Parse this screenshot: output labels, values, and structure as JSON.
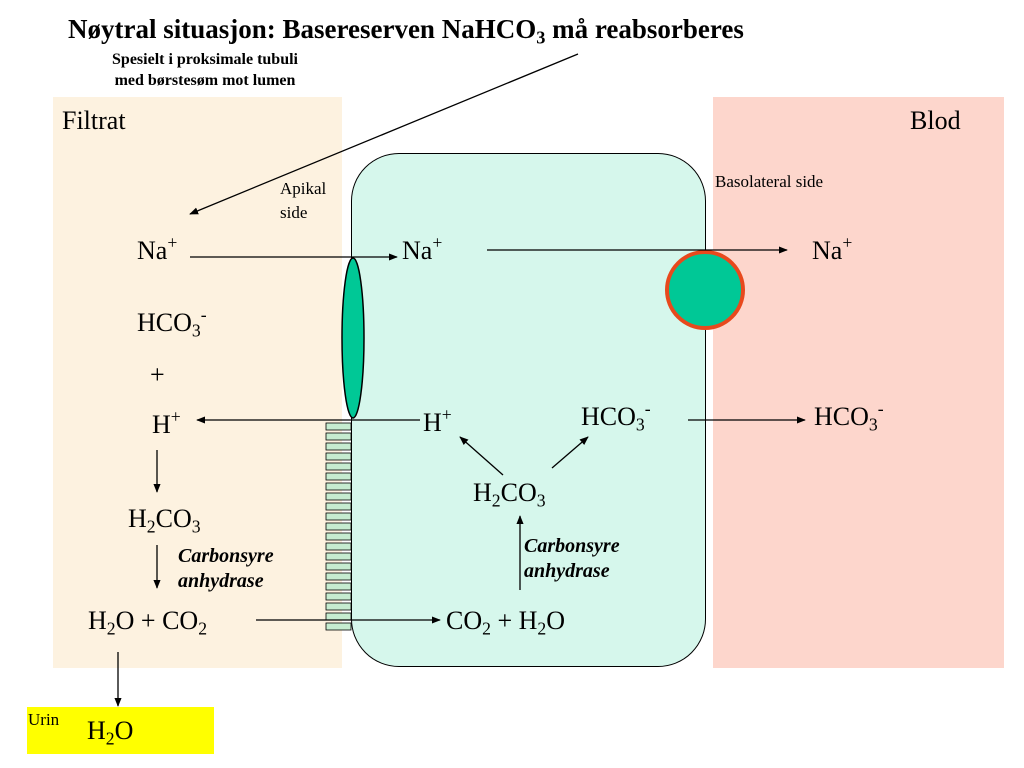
{
  "title": {
    "main": "Nøytral situasjon: Basereserven NaHCO",
    "sub": "3",
    "rest": " må reabsorberes"
  },
  "note": {
    "line1": "Spesielt i proksimale tubuli",
    "line2": "med børstesøm mot lumen"
  },
  "regions": {
    "filtrat": "Filtrat",
    "blood": "Blod",
    "urine": "Urin"
  },
  "sides": {
    "apical": "Apikal side",
    "basolateral": "Basolateral side"
  },
  "enzyme": {
    "line1": "Carbonsyre",
    "line2": "anhydrase"
  },
  "chem": {
    "na": "Na",
    "plus": "+",
    "minus": "-",
    "h": "H",
    "hco": "HCO",
    "three": "3",
    "two": "2",
    "h2o_o": "O",
    "co": "CO",
    "plus_sign": "+",
    "plus_spaced": " + "
  },
  "colors": {
    "filtrat": "#fdf2e0",
    "blood": "#fdd6cc",
    "cell": "#d6f7ec",
    "transporter": "#00c896",
    "pump_ring": "#e8491d",
    "brush_border": "#c6ecd0",
    "urine": "#ffff00"
  }
}
